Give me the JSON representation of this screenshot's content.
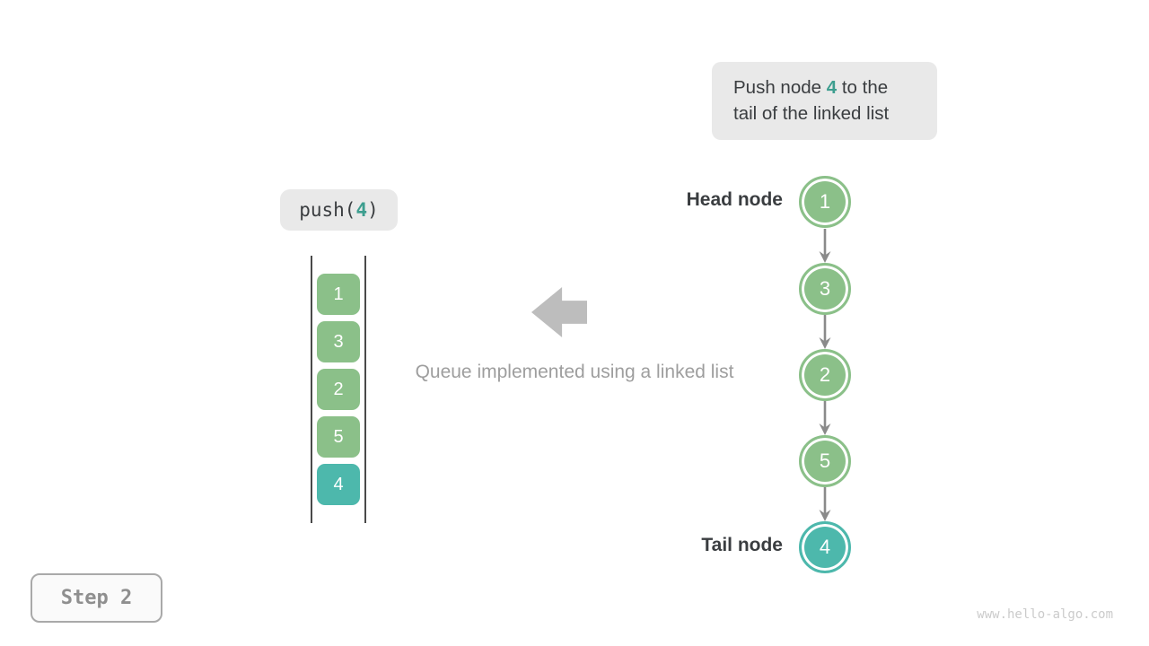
{
  "colors": {
    "node_green": "#8bc089",
    "node_teal": "#4db8ac",
    "accent_text_teal": "#3d9e8f",
    "label_background": "#e9e9e9",
    "dark_text": "#3a3d40",
    "muted_text": "#9e9e9e",
    "arrow_gray": "#8a8a8a",
    "big_arrow_gray": "#bdbdbd"
  },
  "callout": {
    "line1_before": "Push node ",
    "line1_highlight": "4",
    "line1_after": " to the",
    "line2": "tail of the linked list"
  },
  "operation": {
    "prefix": "push(",
    "arg": "4",
    "suffix": ")"
  },
  "queue": {
    "items": [
      {
        "value": "1",
        "highlighted": false
      },
      {
        "value": "3",
        "highlighted": false
      },
      {
        "value": "2",
        "highlighted": false
      },
      {
        "value": "5",
        "highlighted": false
      },
      {
        "value": "4",
        "highlighted": true
      }
    ]
  },
  "caption": "Queue implemented using a linked list",
  "linked_list": {
    "head_label": "Head node",
    "tail_label": "Tail node",
    "nodes": [
      {
        "value": "1",
        "highlighted": false
      },
      {
        "value": "3",
        "highlighted": false
      },
      {
        "value": "2",
        "highlighted": false
      },
      {
        "value": "5",
        "highlighted": false
      },
      {
        "value": "4",
        "highlighted": true
      }
    ]
  },
  "step_label": "Step 2",
  "watermark": "www.hello-algo.com"
}
